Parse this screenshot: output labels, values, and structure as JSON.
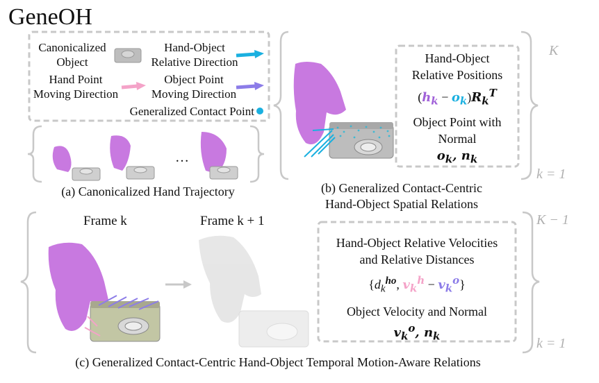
{
  "title": "GeneOH",
  "legend": {
    "canonicalized_object": "Canonicalized Object",
    "relative_direction": "Hand-Object Relative Direction",
    "hand_point_dir": "Hand Point Moving Direction",
    "object_point_dir": "Object Point Moving Direction",
    "contact_point": "Generalized Contact Point"
  },
  "panel_a": {
    "ellipsis": "…",
    "caption": "(a) Canonicalized Hand Trajectory"
  },
  "panel_b": {
    "box_title_1": "Hand-Object",
    "box_title_2": "Relative Positions",
    "formula": "(h_k − o_k)R_k^T",
    "box_sub_1": "Object Point with",
    "box_sub_2": "Normal",
    "formula2": "o_k, n_k",
    "range_top": "K",
    "range_bottom": "k = 1",
    "caption_1": "(b) Generalized Contact-Centric",
    "caption_2": "Hand-Object Spatial Relations"
  },
  "panel_c": {
    "frame_k": "Frame k",
    "frame_k1": "Frame k + 1",
    "box_title_1": "Hand-Object Relative Velocities",
    "box_title_2": "and Relative Distances",
    "formula": "{d_k^ho, v_k^h − v_k^o}",
    "box_sub": "Object Velocity and Normal",
    "formula2": "v_k^o, n_k",
    "range_top": "K − 1",
    "range_bottom": "k = 1",
    "caption": "(c) Generalized Contact-Centric Hand-Object Temporal Motion-Aware Relations"
  },
  "colors": {
    "hand": "#c879e0",
    "cyan": "#1ab0e0",
    "pink": "#f4a3c8",
    "purple": "#8c7ce8",
    "dashed": "#c8c8c8"
  }
}
